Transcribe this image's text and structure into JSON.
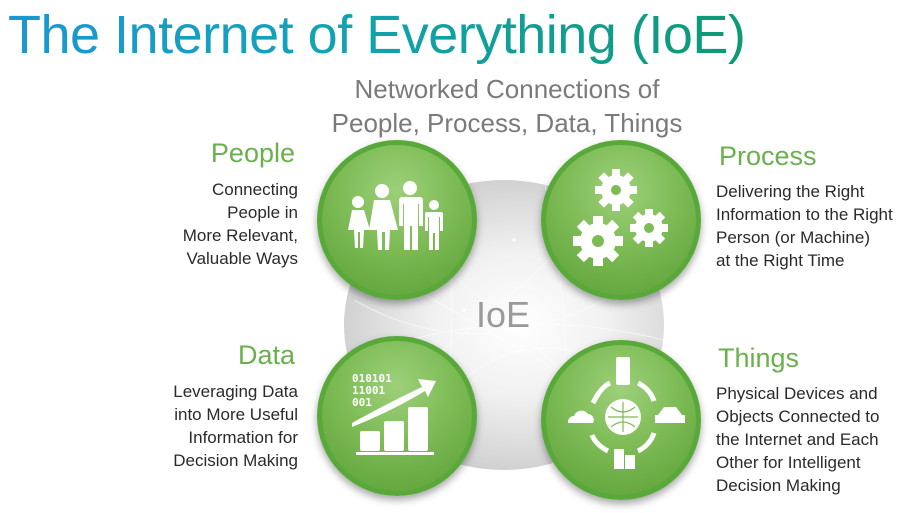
{
  "title": "The Internet of Everything (IoE)",
  "subtitle": {
    "line1": "Networked Connections of",
    "line2": "People, Process, Data, Things"
  },
  "center_label": "IoE",
  "colors": {
    "title_gradient_start": "#1a97d3",
    "title_gradient_end": "#0e9a74",
    "heading_green": "#6ab04c",
    "circle_green": "#7dbb55",
    "circle_border": "#58a93a",
    "subtitle_gray": "#7a7a7a"
  },
  "quadrants": {
    "people": {
      "heading": "People",
      "icon": "family-icon",
      "lines": [
        "Connecting",
        "People in",
        "More Relevant,",
        "Valuable Ways"
      ]
    },
    "process": {
      "heading": "Process",
      "icon": "gears-icon",
      "lines": [
        "Delivering the Right",
        "Information to the Right",
        "Person (or Machine)",
        "at the Right Time"
      ]
    },
    "data": {
      "heading": "Data",
      "icon": "growth-chart-icon",
      "binary": [
        "010101",
        "11001",
        "001"
      ],
      "lines": [
        "Leveraging Data",
        "into More Useful",
        "Information for",
        "Decision Making"
      ]
    },
    "things": {
      "heading": "Things",
      "icon": "connected-devices-icon",
      "lines": [
        "Physical Devices and",
        "Objects Connected to",
        "the Internet and Each",
        "Other for Intelligent",
        "Decision Making"
      ]
    }
  }
}
